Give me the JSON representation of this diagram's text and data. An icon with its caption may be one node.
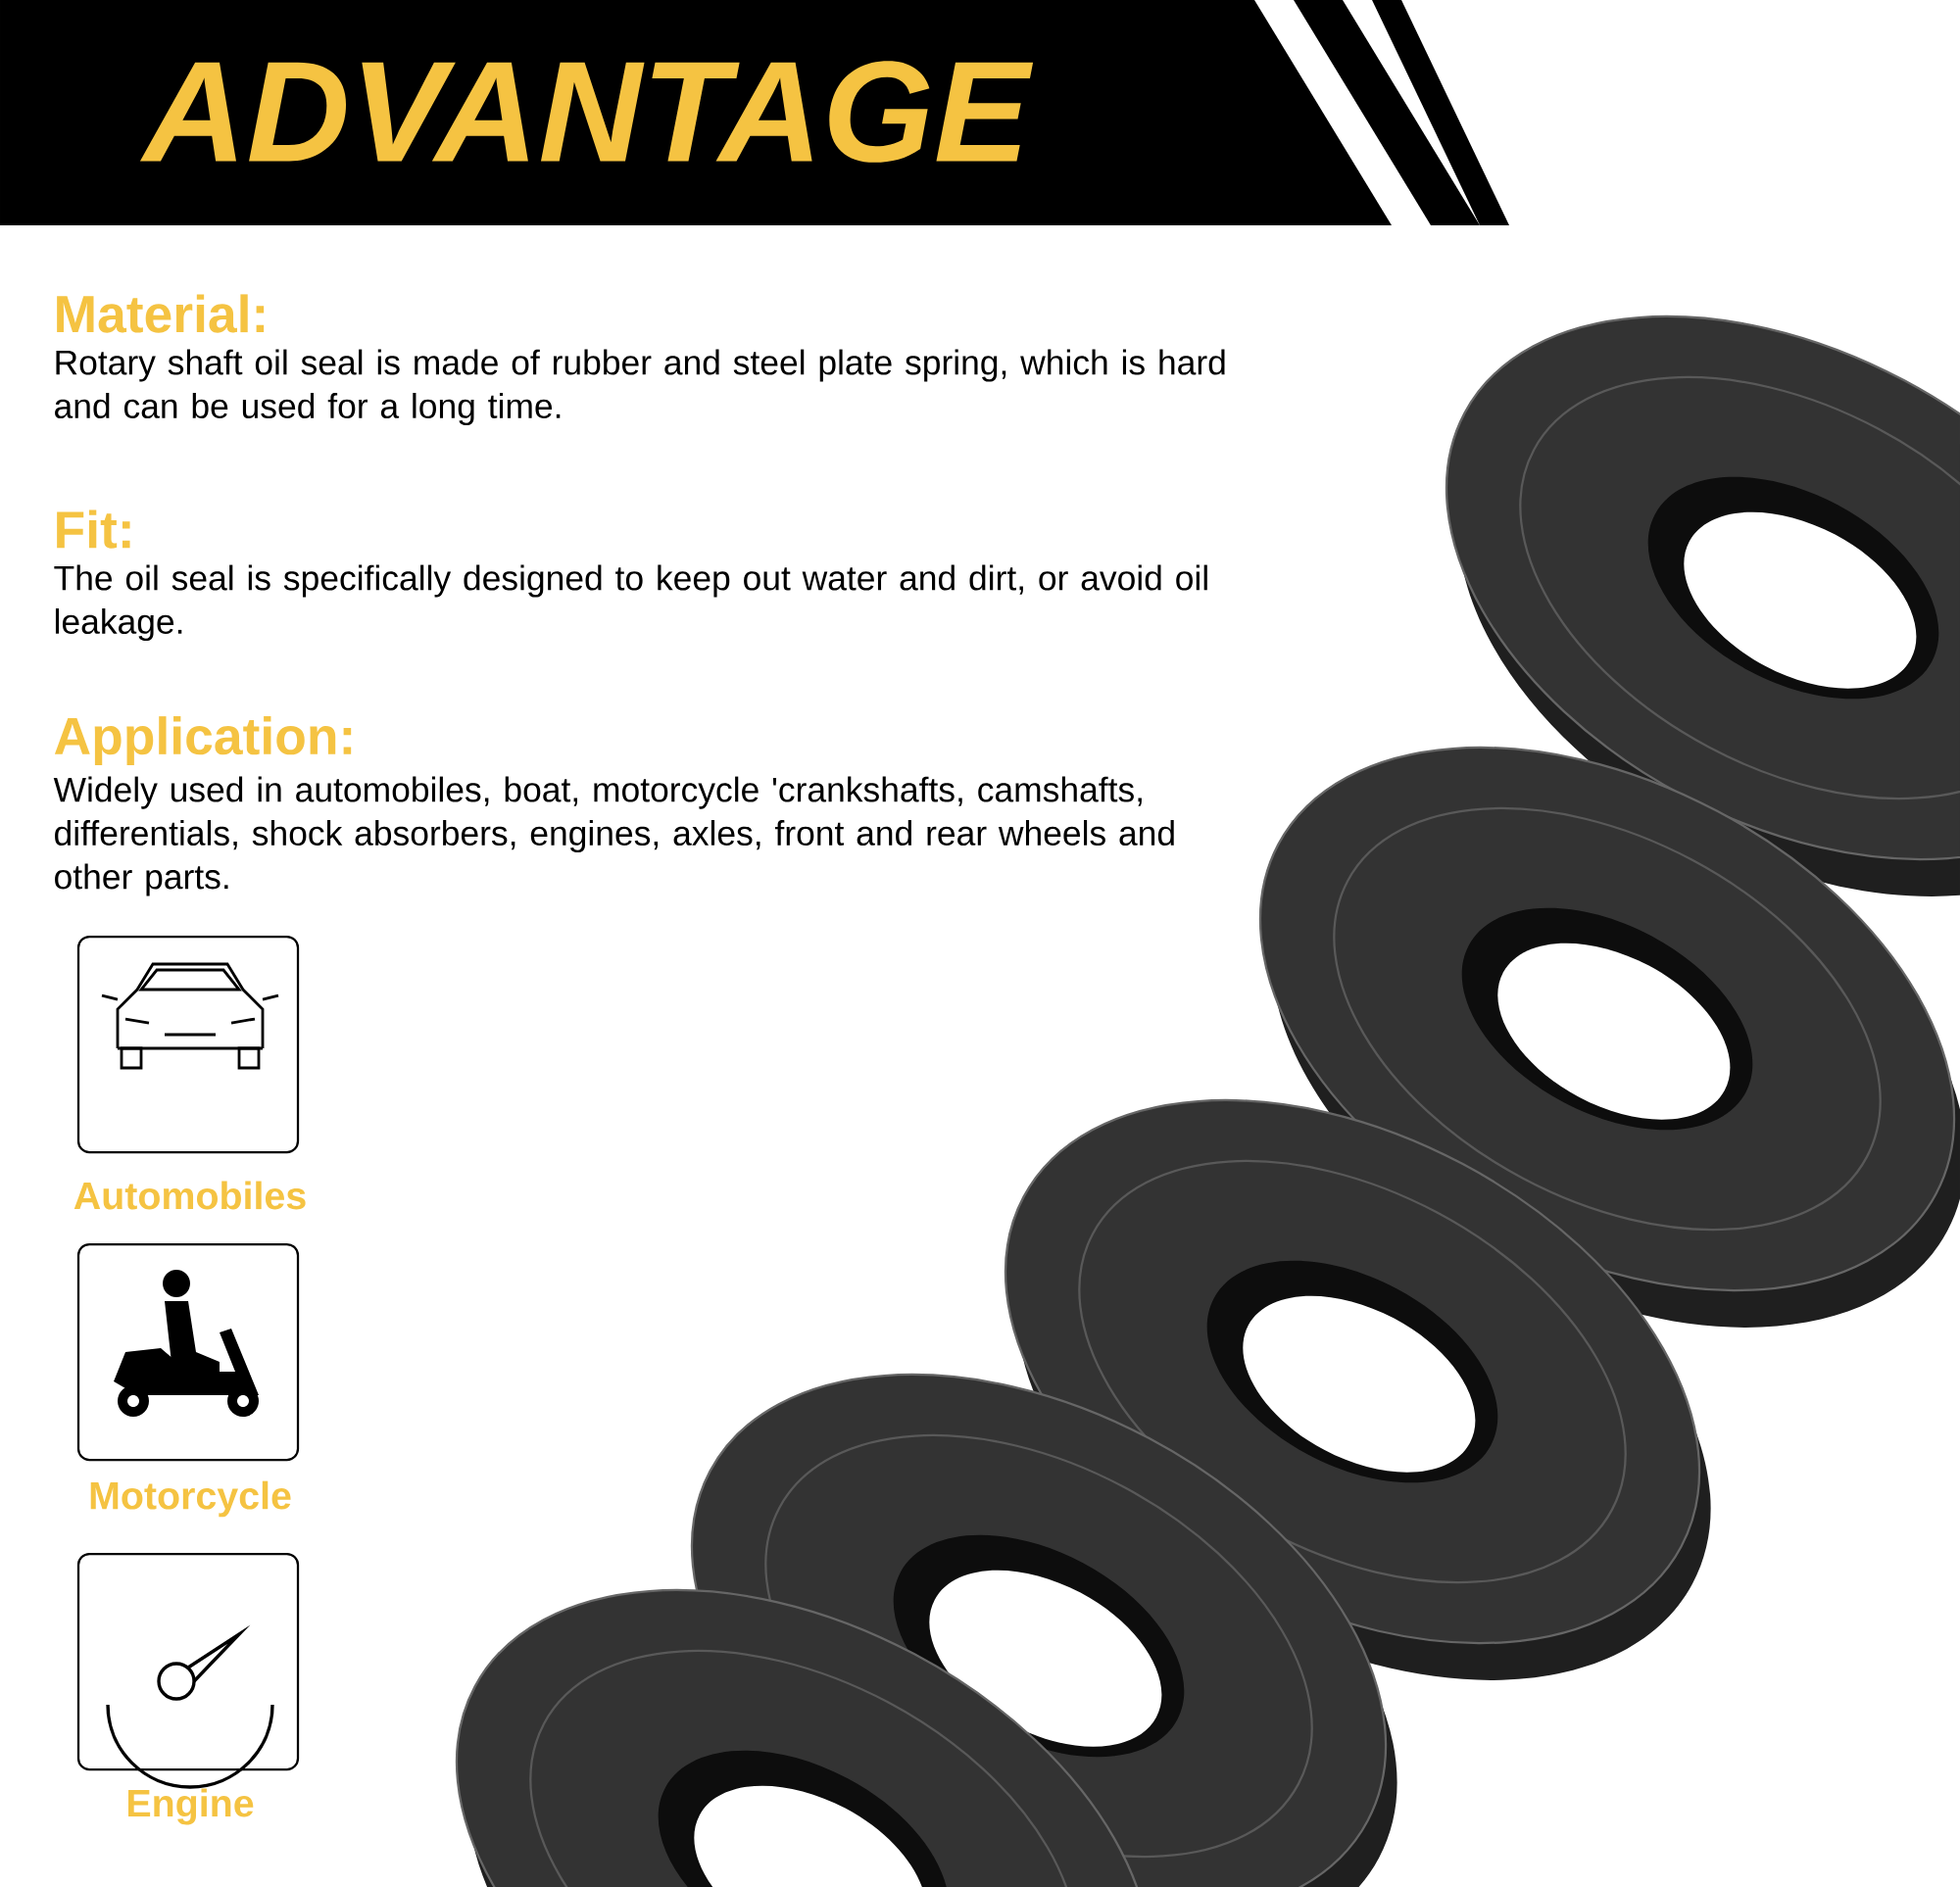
{
  "diagram": {
    "title": "ADVANTAGE",
    "labels": [
      "Material:",
      "Rotary shaft oil seal is made of rubber and steel plate spring, which is hard and can be used for a long time.",
      "Fit:",
      "The oil seal is specifically designed to keep out water and dirt, or avoid oil leakage.",
      "Application:",
      "Widely used in automobiles, boat, motorcycle 'crankshafts, camshafts, differentials, shock absorbers, engines, axles, front and rear wheels and other parts.",
      "Automobiles",
      "Motorcycle",
      "Engine"
    ]
  }
}
